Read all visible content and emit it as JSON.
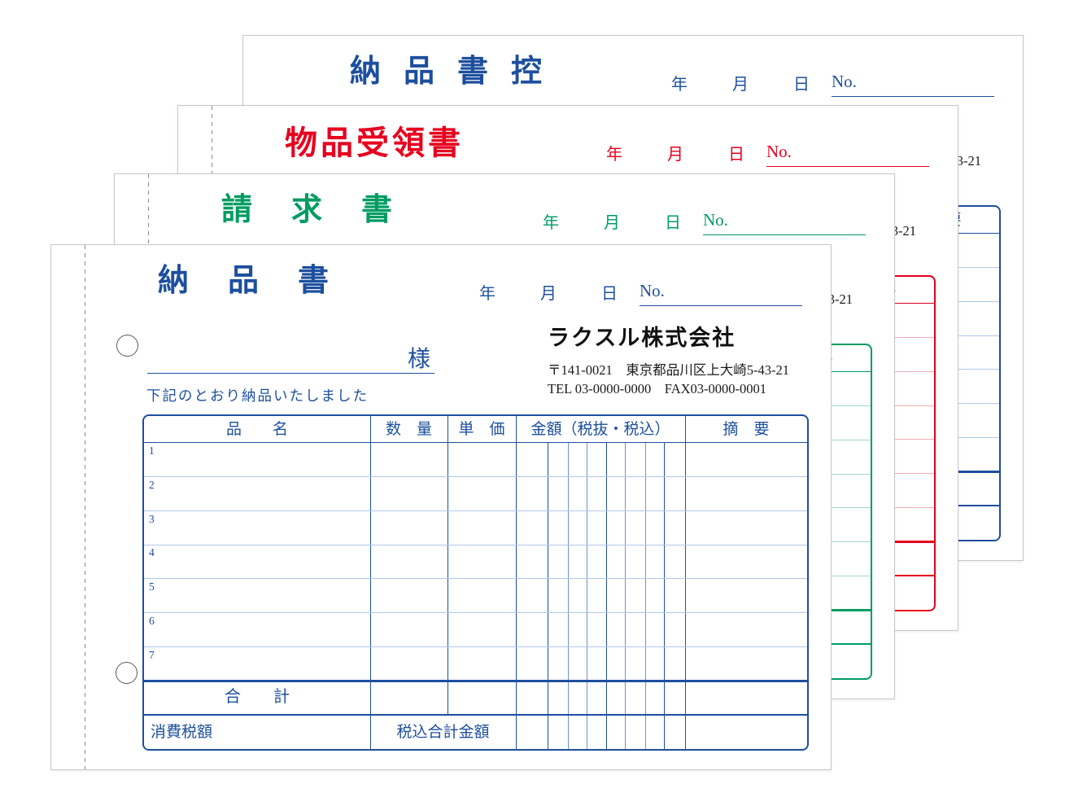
{
  "page": {
    "background": "#ffffff",
    "description_colors": {
      "sheet_edge": "#c7c7c7",
      "punch_hole_ring": "#595959",
      "black_text": "#1a1a1a"
    }
  },
  "sheets": [
    {
      "id": "delivery-copy",
      "title": "納品書控",
      "color": "#1d4f9e",
      "light": "#b0c8e8",
      "mid": "#6e95cc",
      "title_font": "serif",
      "title_spacing": 28,
      "perforation": false
    },
    {
      "id": "goods-receipt",
      "title": "物品受領書",
      "color": "#e6001e",
      "light": "#f6acb6",
      "mid": "#ef6b7c",
      "title_font": "sans",
      "title_spacing": 4,
      "perforation": true
    },
    {
      "id": "invoice",
      "title": "請求書",
      "color": "#009c62",
      "light": "#a2d8c2",
      "mid": "#5bbd96",
      "title_font": "serif",
      "title_spacing": 48,
      "perforation": true
    },
    {
      "id": "delivery-slip",
      "title": "納品書",
      "color": "#1d4f9e",
      "light": "#b0c8e8",
      "mid": "#6e95cc",
      "title_font": "serif",
      "title_spacing": 48,
      "perforation": true
    }
  ],
  "form": {
    "date_labels": {
      "year": "年",
      "month": "月",
      "day": "日"
    },
    "no_label": "No.",
    "addressee_suffix": "様",
    "sender": {
      "name": "ラクスル株式会社",
      "address": "〒141-0021　東京都品川区上大崎5-43-21",
      "tel_fax": "TEL 03-0000-0000　FAX03-0000-0001"
    },
    "lead_sentence": "下記のとおり納品いたしました",
    "table": {
      "headers": {
        "item": "品　　名",
        "qty": "数　量",
        "unit_price": "単　価",
        "amount": "金額（税抜・税込）",
        "remarks": "摘　要"
      },
      "row_numbers": [
        "1",
        "2",
        "3",
        "4",
        "5",
        "6",
        "7"
      ],
      "total_label": "合　　計",
      "tax_label": "消費税額",
      "grand_total_label": "税込合計金額"
    }
  }
}
